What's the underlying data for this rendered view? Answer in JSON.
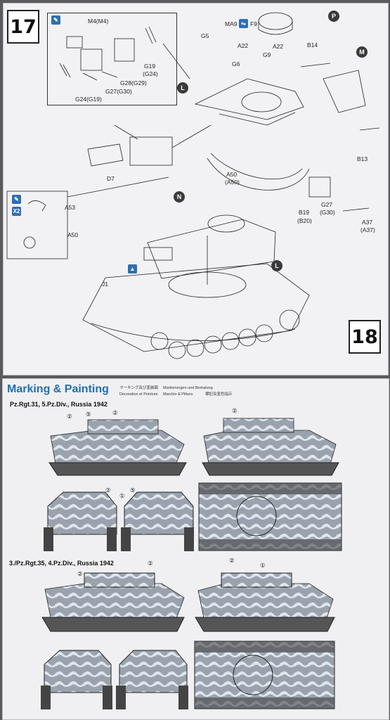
{
  "step17": {
    "number": "17",
    "inset_parts": [
      "M4(M4)",
      "G28(G29)",
      "G19",
      "(G24)",
      "G27(G30)",
      "G24(G19)"
    ],
    "parts": [
      "MA9",
      "F9",
      "G5",
      "A22",
      "A22",
      "G6",
      "G9",
      "B14",
      "D7",
      "A50",
      "(A50)",
      "B13",
      "B19",
      "(B20)",
      "G27",
      "(G30)",
      "A37",
      "(A37)"
    ],
    "callouts": [
      "P",
      "M",
      "L",
      "N",
      "L"
    ],
    "inset2_parts": [
      "A53",
      "A50"
    ],
    "inset2_icon": "X2"
  },
  "step18": {
    "number": "18",
    "parts": [
      "J1"
    ]
  },
  "marking": {
    "title": "Marking & Painting",
    "subtitles": [
      "マーキング及び塗装図",
      "Markierungen und Bemalung",
      "Decoration et Peinture",
      "Marchio & Pittura",
      "標記及塗色指示"
    ],
    "unit1": "Pz.Rgt.31, 5.Pz.Div., Russia 1942",
    "unit2": "3./Pz.Rgt.35, 4.Pz.Div., Russia 1942",
    "numbers": [
      "②",
      "⑤",
      "②",
      "②",
      "②",
      "⑤",
      "①",
      "②",
      "②",
      "①",
      "②"
    ]
  },
  "colors": {
    "accent_blue": "#1f6fb6",
    "tank_grey": "#9aa3ad",
    "camo_white": "#dfe6ee"
  }
}
